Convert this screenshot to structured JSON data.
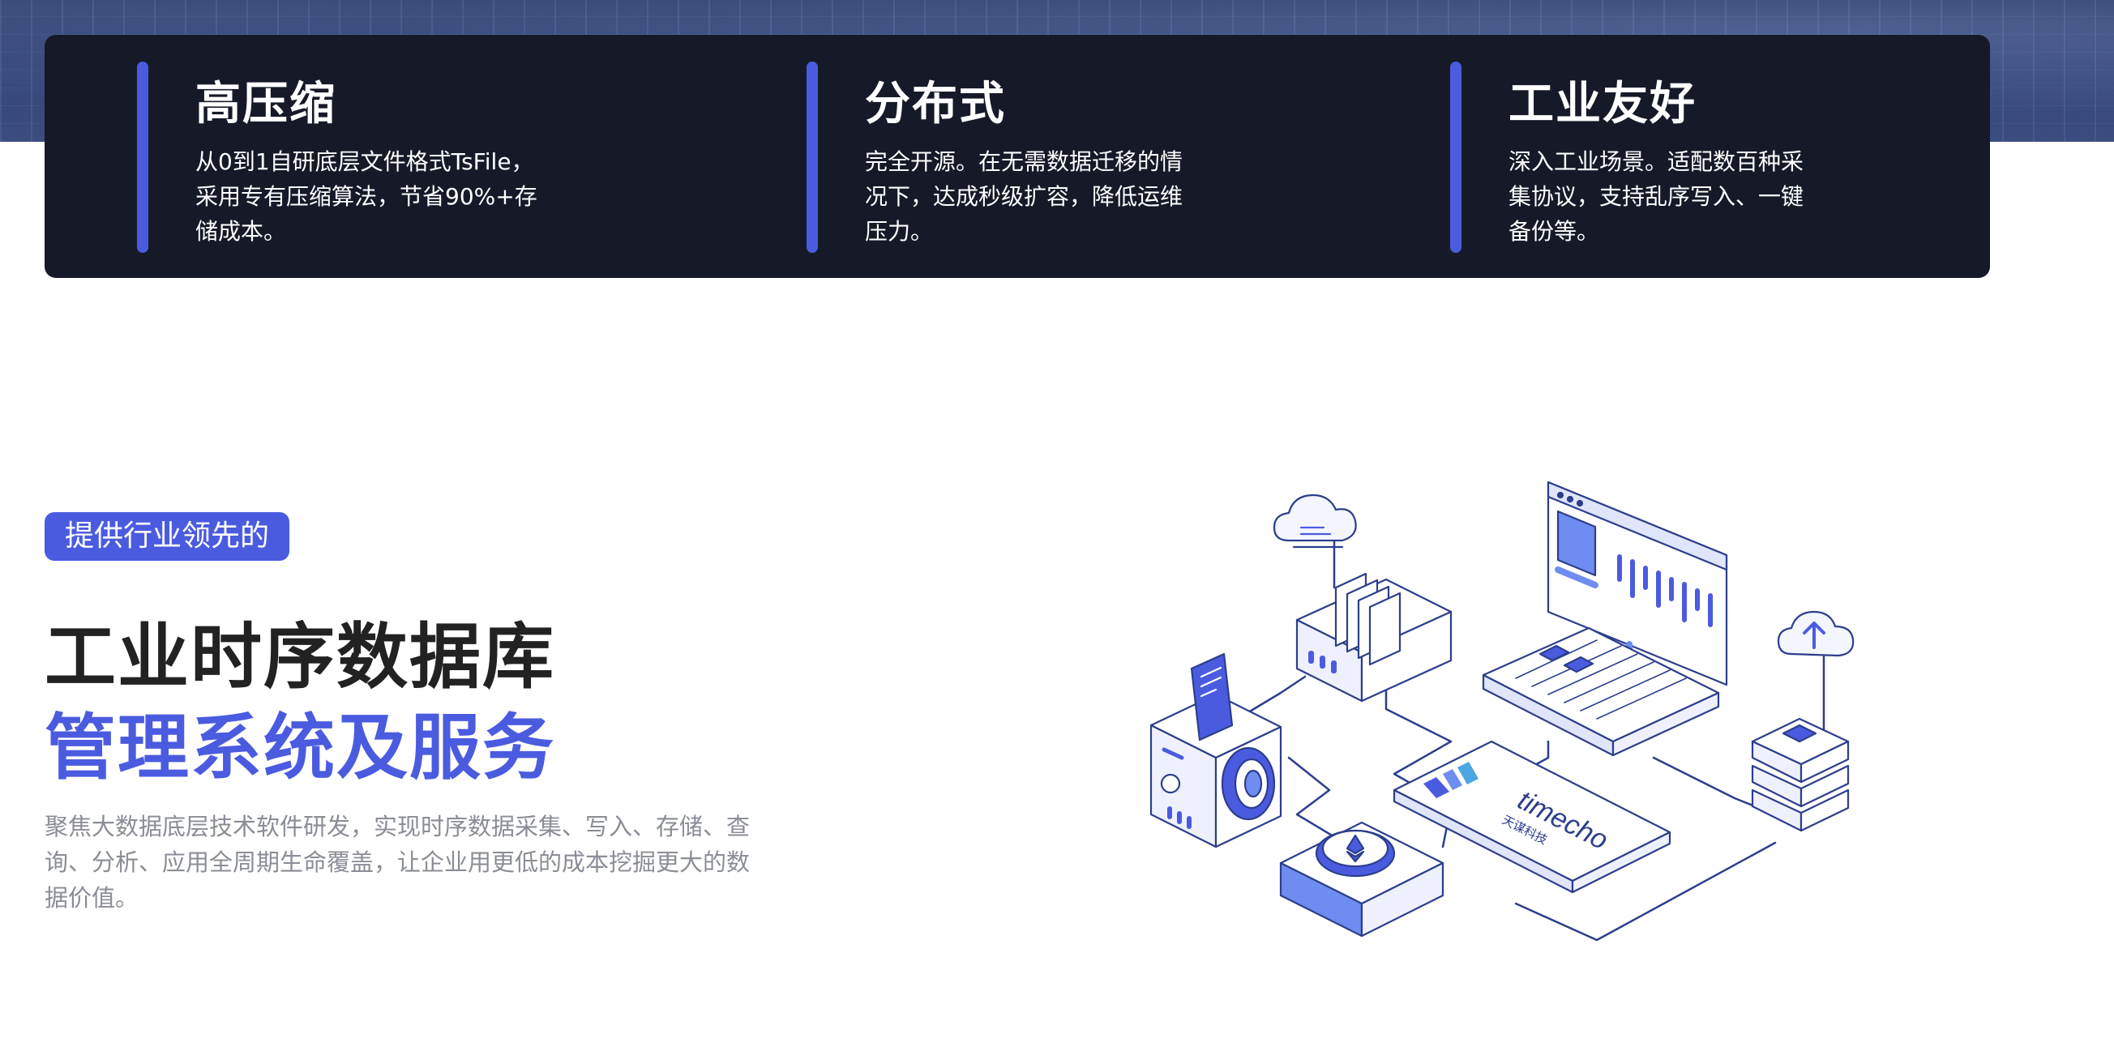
{
  "features": [
    {
      "title": "高压缩",
      "description": "从0到1自研底层文件格式TsFile，采用专有压缩算法，节省90%+存储成本。"
    },
    {
      "title": "分布式",
      "description": "完全开源。在无需数据迁移的情况下，达成秒级扩容，降低运维压力。"
    },
    {
      "title": "工业友好",
      "description": "深入工业场景。适配数百种采集协议，支持乱序写入、一键备份等。"
    }
  ],
  "hero": {
    "tag": "提供行业领先的",
    "headline_line1": "工业时序数据库",
    "headline_line2": "管理系统及服务",
    "description": "聚焦大数据底层技术软件研发，实现时序数据采集、写入、存储、查询、分析、应用全周期生命覆盖，让企业用更低的成本挖掘更大的数据价值。"
  },
  "illustration": {
    "brand_name": "timecho",
    "brand_cn": "天谋科技"
  },
  "colors": {
    "accent": "#4b5be0",
    "dark_panel": "#161a28",
    "heading": "#222222",
    "muted_text": "#8a8d96"
  },
  "icons": [
    "cloud-icon",
    "upload-cloud-icon",
    "server-stack-icon",
    "monitor-chart-icon",
    "keyboard-icon",
    "document-box-icon",
    "camera-device-icon",
    "ethereum-coin-icon"
  ]
}
